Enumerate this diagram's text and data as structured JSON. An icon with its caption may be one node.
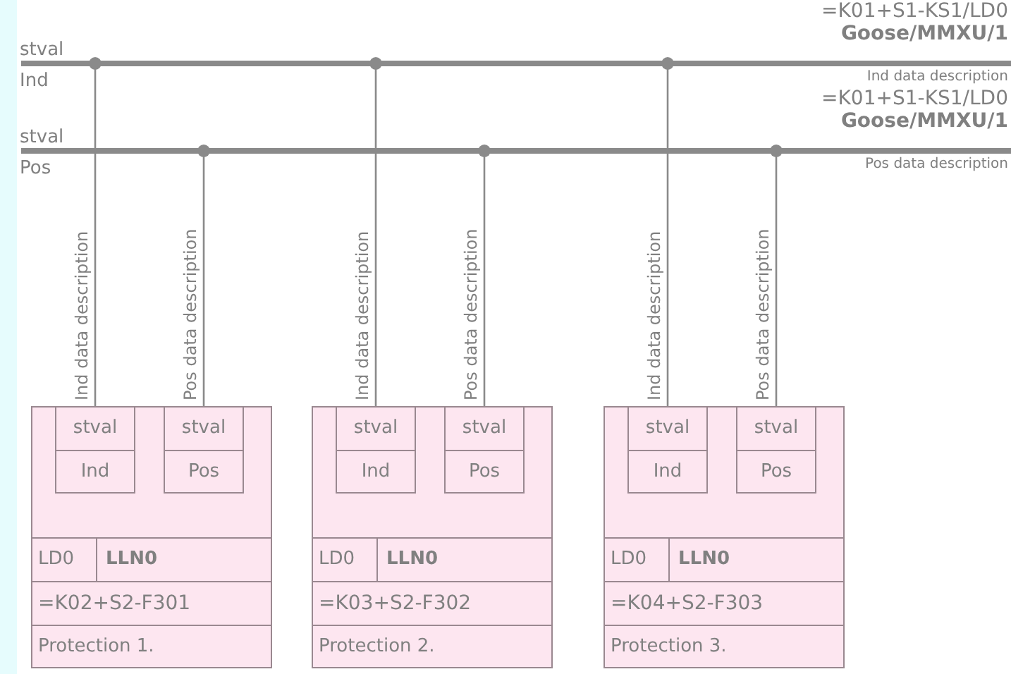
{
  "diagram": {
    "nodes": [
      {
        "text": [],
        "shape": "bar",
        "beside": [
          "stval",
          "Ind",
          "=K01+S1-KS1/LD0",
          "Goose/MMXU/1",
          "Ind data description"
        ]
      },
      {
        "text": [],
        "shape": "bar",
        "beside": [
          "stval",
          "Pos",
          "=K01+S1-KS1/LD0",
          "Goose/MMXU/1",
          "Pos data description"
        ]
      },
      {
        "text": [
          "LD0",
          "LLN0",
          "=K02+S2-F301",
          "Protection 1."
        ]
      },
      {
        "text": [
          "stval",
          "Ind"
        ],
        "in": 2
      },
      {
        "text": [
          "stval",
          "Pos"
        ],
        "in": 2
      },
      {
        "text": [
          "LD0",
          "LLN0",
          "=K03+S2-F302",
          "Protection 2."
        ]
      },
      {
        "text": [
          "stval",
          "Ind"
        ],
        "in": 5
      },
      {
        "text": [
          "stval",
          "Pos"
        ],
        "in": 5
      },
      {
        "text": [
          "LD0",
          "LLN0",
          "=K04+S2-F303",
          "Protection 3."
        ]
      },
      {
        "text": [
          "stval",
          "Ind"
        ],
        "in": 8
      },
      {
        "text": [
          "stval",
          "Pos"
        ],
        "in": 8
      }
    ],
    "edges": [
      {
        "from": 0,
        "to": 3,
        "arrow": "other",
        "label": "Ind data description"
      },
      {
        "from": 1,
        "to": 4,
        "arrow": "other",
        "label": "Pos data description"
      },
      {
        "from": 0,
        "to": 6,
        "arrow": "other",
        "label": "Ind data description"
      },
      {
        "from": 1,
        "to": 7,
        "arrow": "other",
        "label": "Pos data description"
      },
      {
        "from": 0,
        "to": 9,
        "arrow": "other",
        "label": "Ind data description"
      },
      {
        "from": 1,
        "to": 10,
        "arrow": "other",
        "label": "Pos data description"
      }
    ]
  }
}
